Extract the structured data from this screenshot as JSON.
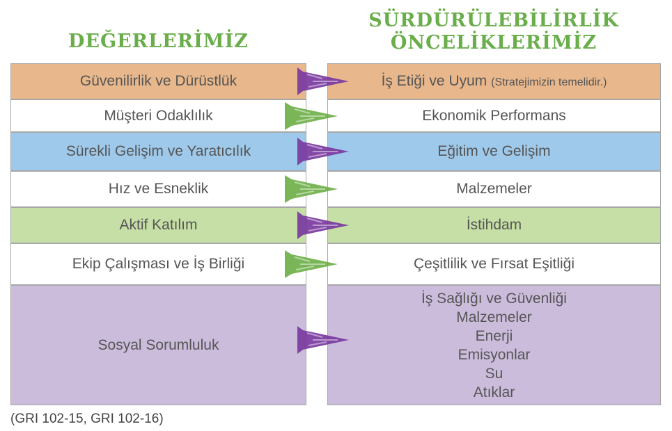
{
  "headings": {
    "left": "DEĞERLERİMİZ",
    "right_line1": "SÜRDÜRÜLEBİLİRLİK",
    "right_line2": "ÖNCELİKLERİMİZ"
  },
  "colors": {
    "heading": "#6aae4c",
    "orange": "#e8b88c",
    "blue": "#9fc9ea",
    "green": "#c6dfa6",
    "lavender": "#cbbcdc",
    "white": "#ffffff",
    "arrow_purple": "#7a3aa0",
    "arrow_green": "#6fb04a"
  },
  "rows": [
    {
      "value": "Güvenilirlik ve Dürüstlük",
      "priority": "İş Etiği ve Uyum",
      "priority_note": "(Stratejimizin temelidir.)",
      "fill": "orange",
      "arrow": "purple-arrow-icon"
    },
    {
      "value": "Müşteri Odaklılık",
      "priority": "Ekonomik Performans",
      "fill": "white",
      "arrow": "green-arrow-icon"
    },
    {
      "value": "Sürekli Gelişim ve Yaratıcılık",
      "priority": "Eğitim ve Gelişim",
      "fill": "blue",
      "arrow": "purple-arrow-icon"
    },
    {
      "value": "Hız ve Esneklik",
      "priority": "Malzemeler",
      "fill": "white",
      "arrow": "green-arrow-icon"
    },
    {
      "value": "Aktif Katılım",
      "priority": "İstihdam",
      "fill": "green",
      "arrow": "purple-arrow-icon"
    },
    {
      "value": "Ekip Çalışması ve İş Birliği",
      "priority": "Çeşitlilik ve Fırsat Eşitliği",
      "fill": "white",
      "arrow": "green-arrow-icon"
    },
    {
      "value": "Sosyal Sorumluluk",
      "priorities": [
        "İş Sağlığı ve Güvenliği",
        "Malzemeler",
        "Enerji",
        "Emisyonlar",
        "Su",
        "Atıklar"
      ],
      "fill": "lavender",
      "arrow": "purple-arrow-icon"
    }
  ],
  "footnote": "(GRI 102-15, GRI 102-16)"
}
